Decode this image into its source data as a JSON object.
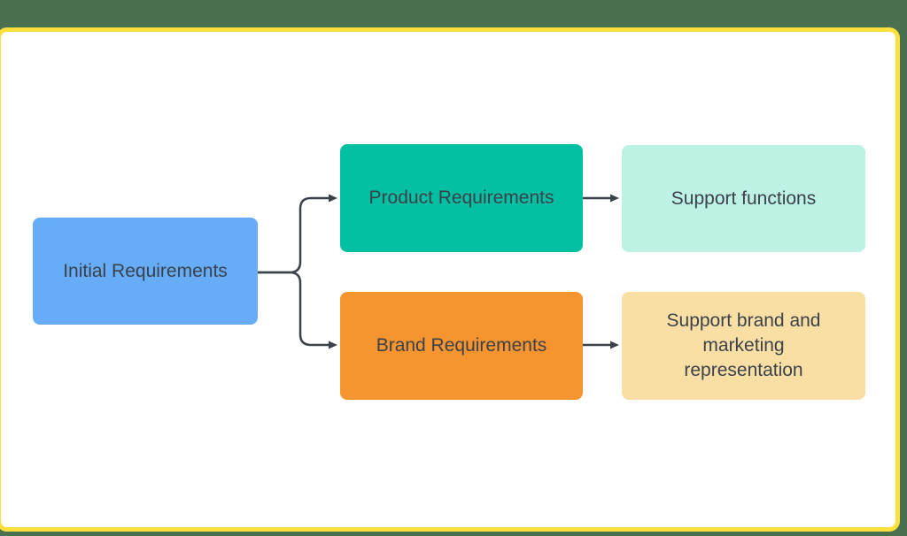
{
  "diagram": {
    "outer_background": "#4a7051",
    "canvas": {
      "background": "#ffffff",
      "border_color": "#fde03d"
    },
    "text_color": "#3b414b",
    "connector_color": "#3b414b",
    "nodes": [
      {
        "id": "initial-requirements",
        "label": "Initial Requirements",
        "color": "#66acf7"
      },
      {
        "id": "product-requirements",
        "label": "Product Requirements",
        "color": "#03c0a3"
      },
      {
        "id": "brand-requirements",
        "label": "Brand Requirements",
        "color": "#f6952f"
      },
      {
        "id": "support-functions",
        "label": "Support functions",
        "color": "#bdf2e5"
      },
      {
        "id": "support-brand-marketing",
        "label": "Support brand and marketing representation",
        "color": "#fadfa5"
      }
    ],
    "edges": [
      {
        "from": "initial-requirements",
        "to": "product-requirements"
      },
      {
        "from": "initial-requirements",
        "to": "brand-requirements"
      },
      {
        "from": "product-requirements",
        "to": "support-functions"
      },
      {
        "from": "brand-requirements",
        "to": "support-brand-marketing"
      }
    ]
  }
}
